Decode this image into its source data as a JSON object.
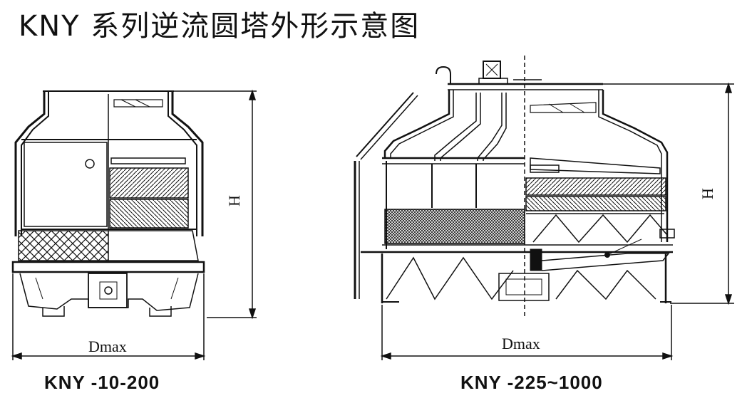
{
  "title": "KNY 系列逆流圆塔外形示意图",
  "left_tower": {
    "caption": "KNY -10-200",
    "height_label": "H",
    "width_label": "Dmax"
  },
  "right_tower": {
    "caption": "KNY -225~1000",
    "height_label": "H",
    "width_label": "Dmax"
  },
  "colors": {
    "line": "#111111",
    "background": "#ffffff"
  }
}
